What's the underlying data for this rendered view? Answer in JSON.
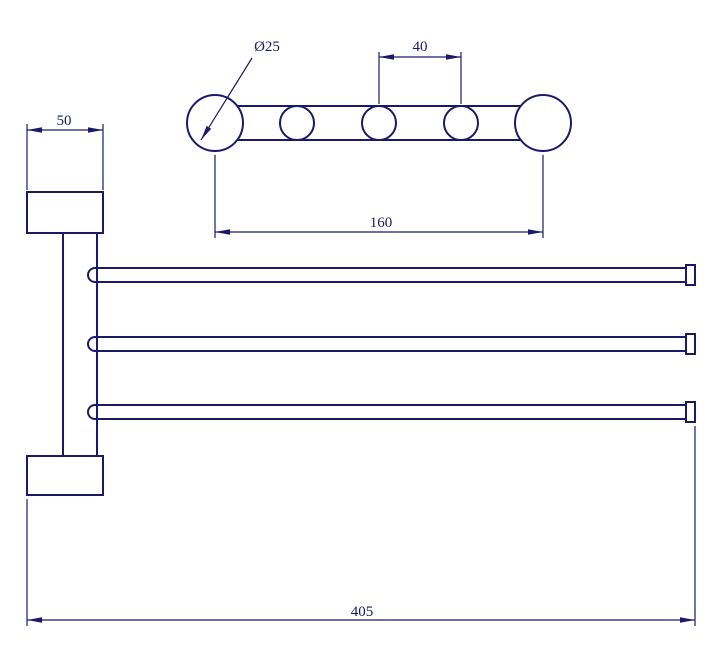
{
  "meta": {
    "line_color": "#1a1a6b",
    "background": "#ffffff"
  },
  "drawing": {
    "name": "triple-arm-towel-bar-technical-drawing",
    "labels": {
      "hole_diameter": "Ø25",
      "hole_pitch": "40",
      "mount_hole_span": "160",
      "bracket_width": "50",
      "overall_length": "405"
    }
  }
}
